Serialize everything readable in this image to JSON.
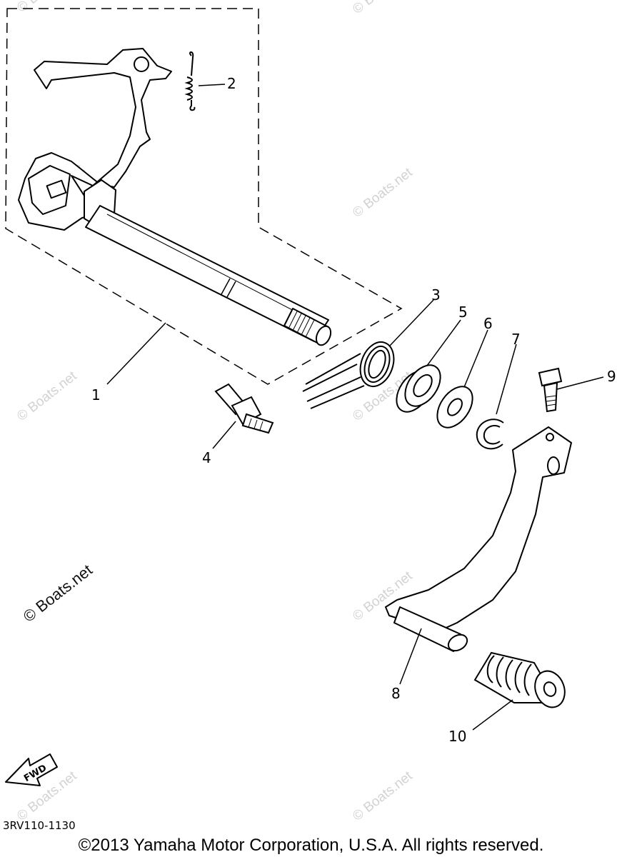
{
  "callouts": {
    "c1": "1",
    "c2": "2",
    "c3": "3",
    "c4": "4",
    "c5": "5",
    "c6": "6",
    "c7": "7",
    "c8": "8",
    "c9": "9",
    "c10": "10"
  },
  "fwd_label": "FWD",
  "watermark": "© Boats.net",
  "diagram_code": "3RV110-1130",
  "copyright": "©2013 Yamaha Motor Corporation, U.S.A. All rights reserved."
}
